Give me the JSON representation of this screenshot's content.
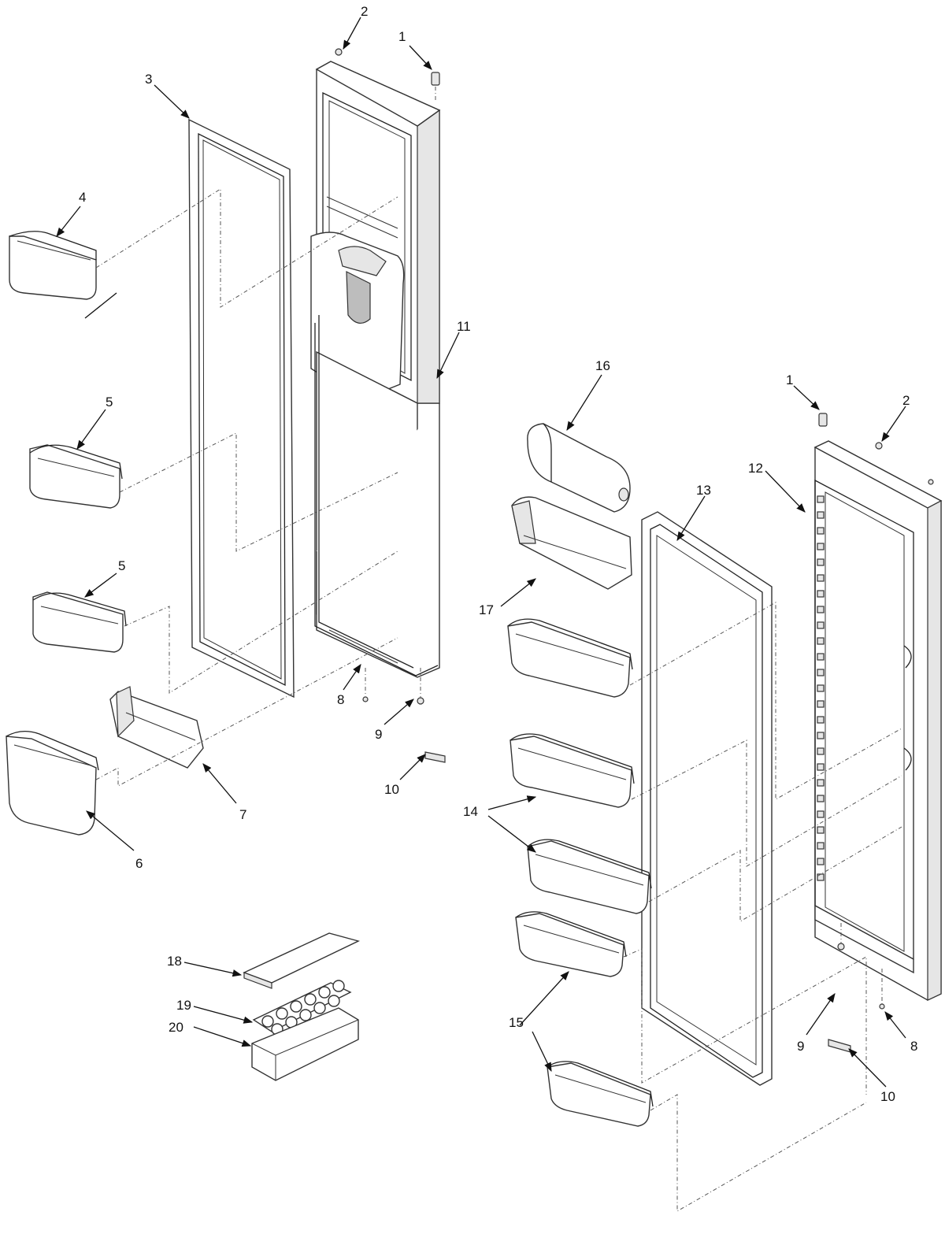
{
  "callouts": {
    "c1_left": "1",
    "c2_left": "2",
    "c3": "3",
    "c4": "4",
    "c5_top": "5",
    "c5_bottom": "5",
    "c6": "6",
    "c7": "7",
    "c8_left": "8",
    "c9_left": "9",
    "c10_left": "10",
    "c11": "11",
    "c1_right": "1",
    "c2_right": "2",
    "c12": "12",
    "c13": "13",
    "c14": "14",
    "c15": "15",
    "c16": "16",
    "c17": "17",
    "c18": "18",
    "c19": "19",
    "c20": "20",
    "c8_right": "8",
    "c9_right": "9",
    "c10_right": "10"
  }
}
